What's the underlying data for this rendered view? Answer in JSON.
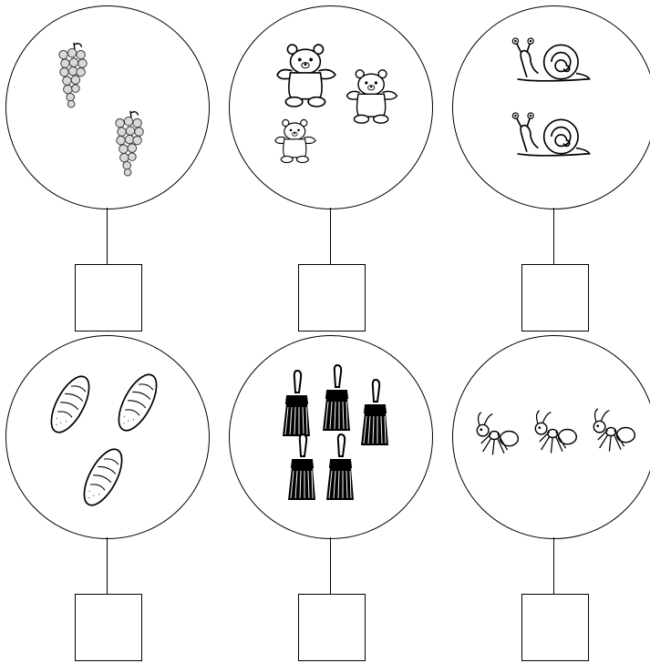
{
  "worksheet": {
    "items": [
      {
        "picture": "grapes-icon",
        "count_shown": 2,
        "answer": ""
      },
      {
        "picture": "teddy-bear-icon",
        "count_shown": 3,
        "answer": ""
      },
      {
        "picture": "snail-icon",
        "count_shown": 2,
        "answer": ""
      },
      {
        "picture": "bread-loaf-icon",
        "count_shown": 3,
        "answer": ""
      },
      {
        "picture": "brush-icon",
        "count_shown": 5,
        "answer": ""
      },
      {
        "picture": "ant-icon",
        "count_shown": 3,
        "answer": ""
      }
    ],
    "colors": {
      "line": "#000000",
      "background": "#ffffff",
      "shade": "#bdbdbd"
    }
  }
}
